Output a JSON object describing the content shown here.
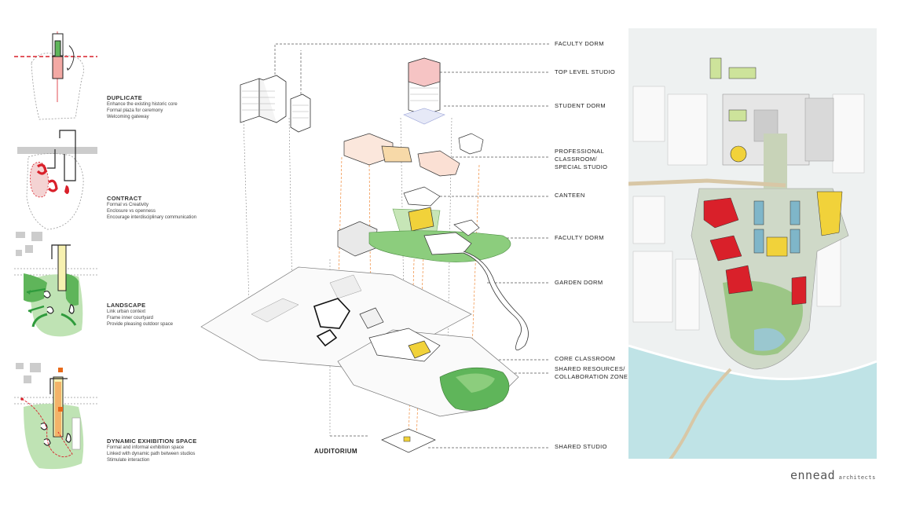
{
  "concepts": [
    {
      "title": "DUPLICATE",
      "lines": [
        "Enhance the existing historic core",
        "Formal plaza for ceremony",
        "Welcoming gateway"
      ]
    },
    {
      "title": "CONTRACT",
      "lines": [
        "Formal vs Creativity",
        "Enclosure vs openness",
        "Encourage interdisciplinary communication"
      ]
    },
    {
      "title": "LANDSCAPE",
      "lines": [
        "Link urban context",
        "Frame inner courtyard",
        "Provide pleasing outdoor space"
      ]
    },
    {
      "title": "DYNAMIC EXHIBITION SPACE",
      "lines": [
        "Formal and informal exhibition space",
        "Linked with dynamic path between studios",
        "Stimulate interaction"
      ]
    }
  ],
  "callouts": {
    "faculty_dorm_top": "FACULTY DORM",
    "top_level_studio": "TOP LEVEL STUDIO",
    "student_dorm": "STUDENT DORM",
    "professional_l1": "PROFESSIONAL",
    "professional_l2": "CLASSROOM/",
    "professional_l3": "SPECIAL STUDIO",
    "canteen": "CANTEEN",
    "faculty_dorm_mid": "FACULTY DORM",
    "garden_dorm": "GARDEN DORM",
    "core_classroom": "CORE CLASSROOM",
    "shared_resources_l1": "SHARED RESOURCES/",
    "shared_resources_l2": "COLLABORATION ZONE",
    "shared_studio": "SHARED STUDIO",
    "auditorium": "AUDITORIUM"
  },
  "brand": {
    "name": "ennead",
    "suffix": "architects"
  },
  "colors": {
    "accent_red": "#d9202a",
    "accent_yellow": "#f1d23a",
    "green": "#5fb55a",
    "light_green": "#bfe3b4",
    "pink": "#f3a9a4",
    "orange": "#f08a3a",
    "river": "#bfe3e6"
  }
}
